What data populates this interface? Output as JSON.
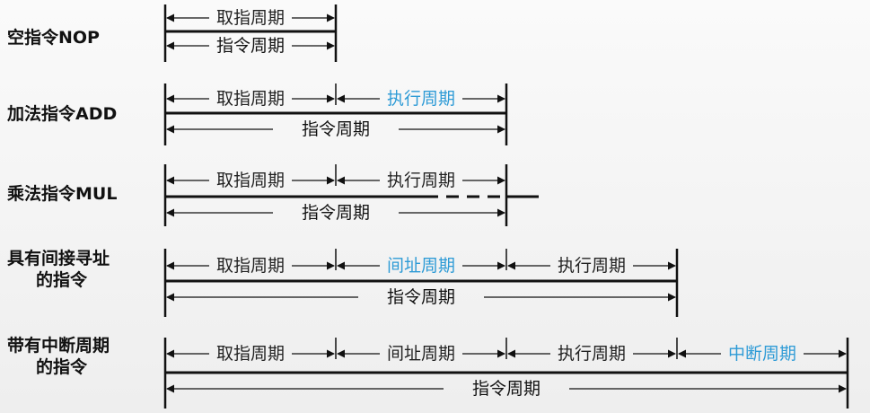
{
  "rows": [
    {
      "label_lines": [
        "空指令NOP"
      ],
      "segments": [
        {
          "text": "取指周期",
          "color": "#222222"
        }
      ],
      "bottom_text": "指令周期"
    },
    {
      "label_lines": [
        "加法指令ADD"
      ],
      "segments": [
        {
          "text": "取指周期",
          "color": "#222222"
        },
        {
          "text": "执行周期",
          "color": "#2e9bd6"
        }
      ],
      "bottom_text": "指令周期"
    },
    {
      "label_lines": [
        "乘法指令MUL"
      ],
      "segments": [
        {
          "text": "取指周期",
          "color": "#222222"
        },
        {
          "text": "执行周期",
          "color": "#222222",
          "dashed_middle": true
        }
      ],
      "bottom_text": "指令周期"
    },
    {
      "label_lines": [
        "具有间接寻址",
        "的指令"
      ],
      "segments": [
        {
          "text": "取指周期",
          "color": "#222222"
        },
        {
          "text": "间址周期",
          "color": "#2e9bd6"
        },
        {
          "text": "执行周期",
          "color": "#222222"
        }
      ],
      "bottom_text": "指令周期"
    },
    {
      "label_lines": [
        "带有中断周期",
        "的指令"
      ],
      "segments": [
        {
          "text": "取指周期",
          "color": "#222222"
        },
        {
          "text": "间址周期",
          "color": "#222222"
        },
        {
          "text": "执行周期",
          "color": "#222222"
        },
        {
          "text": "中断周期",
          "color": "#2e9bd6"
        }
      ],
      "bottom_text": "指令周期"
    }
  ]
}
